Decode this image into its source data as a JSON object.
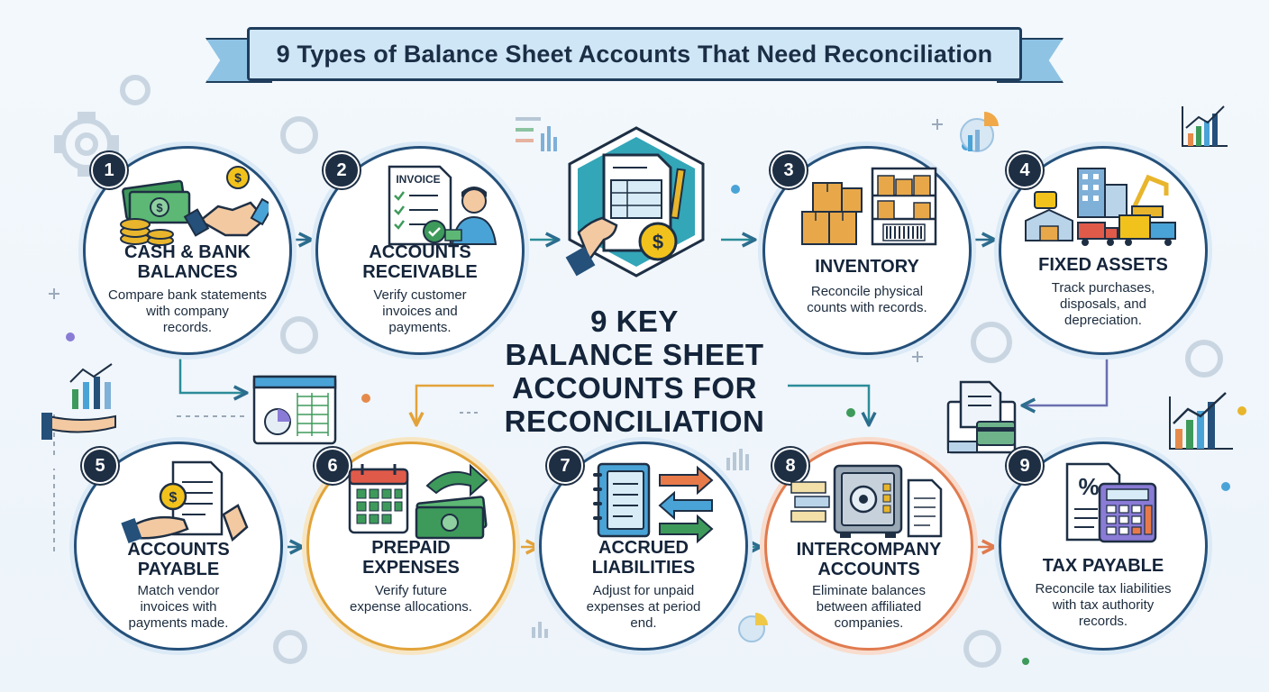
{
  "title": "9 Types of Balance Sheet Accounts That Need Reconciliation",
  "center_title": "9 KEY\nBALANCE SHEET\nACCOUNTS FOR\nRECONCILIATION",
  "colors": {
    "navy": "#1e2f44",
    "border_blue": "#24507a",
    "ribbon_fill": "#cfe6f6",
    "teal_arrow": "#2c8c98",
    "gold": "#e8b52c",
    "green_money": "#3e9a5a",
    "orange_accent": "#e07b4f"
  },
  "steps": [
    {
      "number": "1",
      "title": "CASH & BANK\nBALANCES",
      "description": "Compare bank statements\nwith company\nrecords.",
      "icon": "cash-and-handshake-icon"
    },
    {
      "number": "2",
      "title": "ACCOUNTS\nRECEIVABLE",
      "description": "Verify customer\ninvoices and\npayments.",
      "icon": "invoice-icon",
      "illustration_label": "INVOICE"
    },
    {
      "number": "3",
      "title": "INVENTORY",
      "description": "Reconcile physical\ncounts with records.",
      "icon": "warehouse-boxes-icon"
    },
    {
      "number": "4",
      "title": "FIXED ASSETS",
      "description": "Track purchases,\ndisposals, and\ndepreciation.",
      "icon": "buildings-vehicles-icon"
    },
    {
      "number": "5",
      "title": "ACCOUNTS\nPAYABLE",
      "description": "Match vendor\ninvoices with\npayments made.",
      "icon": "bill-payment-icon"
    },
    {
      "number": "6",
      "title": "PREPAID\nEXPENSES",
      "description": "Verify future\nexpense allocations.",
      "icon": "calendar-money-icon"
    },
    {
      "number": "7",
      "title": "ACCRUED\nLIABILITIES",
      "description": "Adjust for unpaid\nexpenses at period\nend.",
      "icon": "ledger-arrows-icon"
    },
    {
      "number": "8",
      "title": "INTERCOMPANY\nACCOUNTS",
      "description": "Eliminate balances\nbetween affiliated\ncompanies.",
      "icon": "safe-documents-icon"
    },
    {
      "number": "9",
      "title": "TAX PAYABLE",
      "description": "Reconcile tax liabilities\nwith tax authority\nrecords.",
      "icon": "tax-calculator-icon"
    }
  ]
}
